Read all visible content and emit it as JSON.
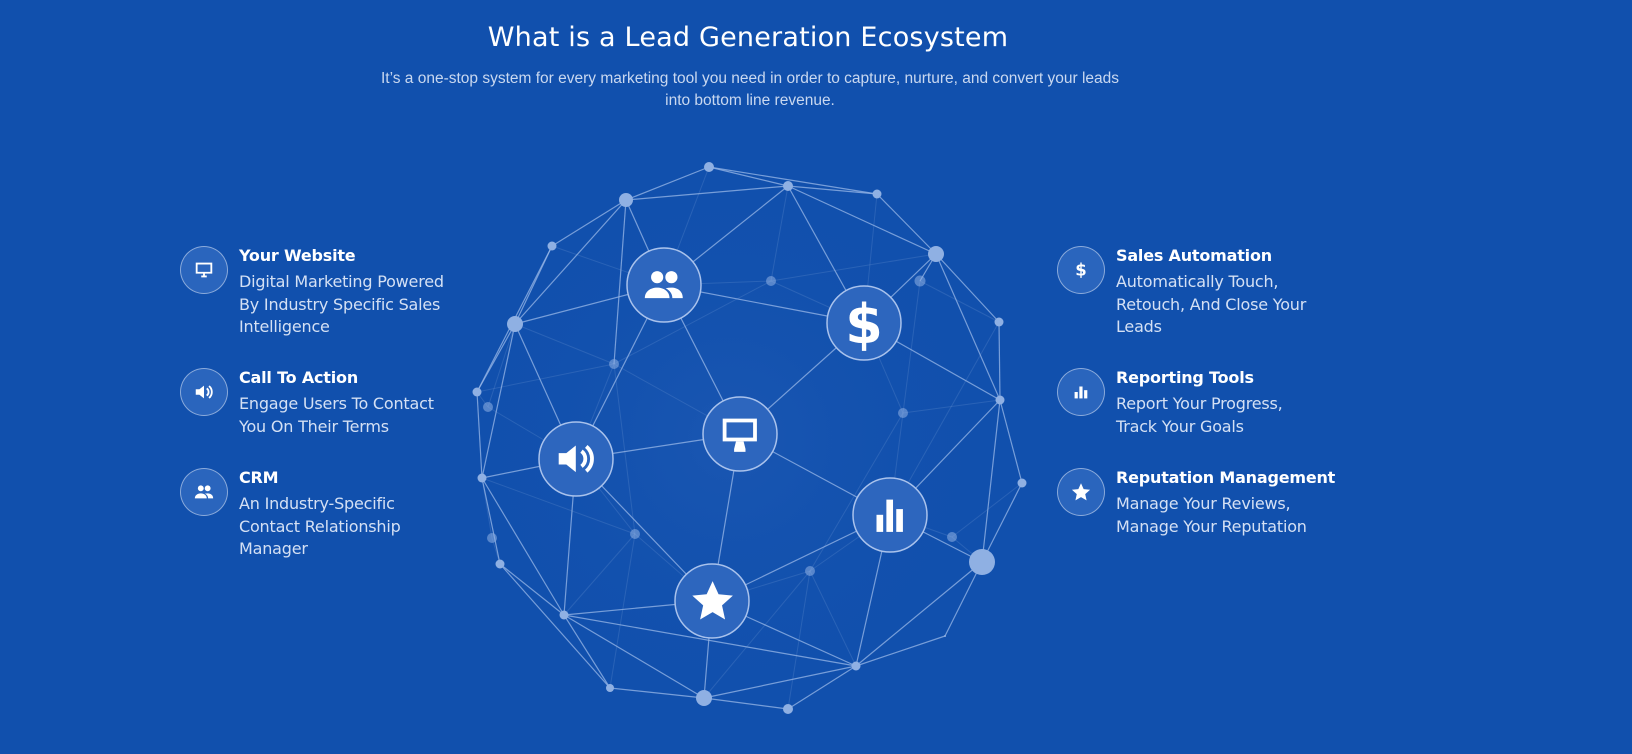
{
  "header": {
    "title": "What is a Lead Generation Ecosystem",
    "subtitle": "It’s a one-stop system for every marketing tool you need in order to capture, nurture, and convert your leads into bottom line revenue."
  },
  "features_left": [
    {
      "icon": "monitor-icon",
      "title": "Your Website",
      "desc": "Digital Marketing Powered By Industry Specific Sales Intelligence"
    },
    {
      "icon": "megaphone-icon",
      "title": "Call To Action",
      "desc": "Engage Users To Contact You On Their Terms"
    },
    {
      "icon": "users-icon",
      "title": "CRM",
      "desc": "An Industry-Specific Contact Relationship Manager"
    }
  ],
  "features_right": [
    {
      "icon": "dollar-icon",
      "title": "Sales Automation",
      "desc": "Automatically Touch, Retouch, And Close Your Leads"
    },
    {
      "icon": "bar-chart-icon",
      "title": "Reporting Tools",
      "desc": "Report Your Progress, Track Your Goals"
    },
    {
      "icon": "star-icon",
      "title": "Reputation Management",
      "desc": "Manage Your Reviews, Manage Your Reputation"
    }
  ],
  "sphere_nodes": [
    "users-icon",
    "dollar-icon",
    "megaphone-icon",
    "monitor-icon",
    "bar-chart-icon",
    "star-icon"
  ],
  "colors": {
    "background": "#1150ad",
    "node_fill": "#2a65bd",
    "line": "#8fb0e3"
  }
}
